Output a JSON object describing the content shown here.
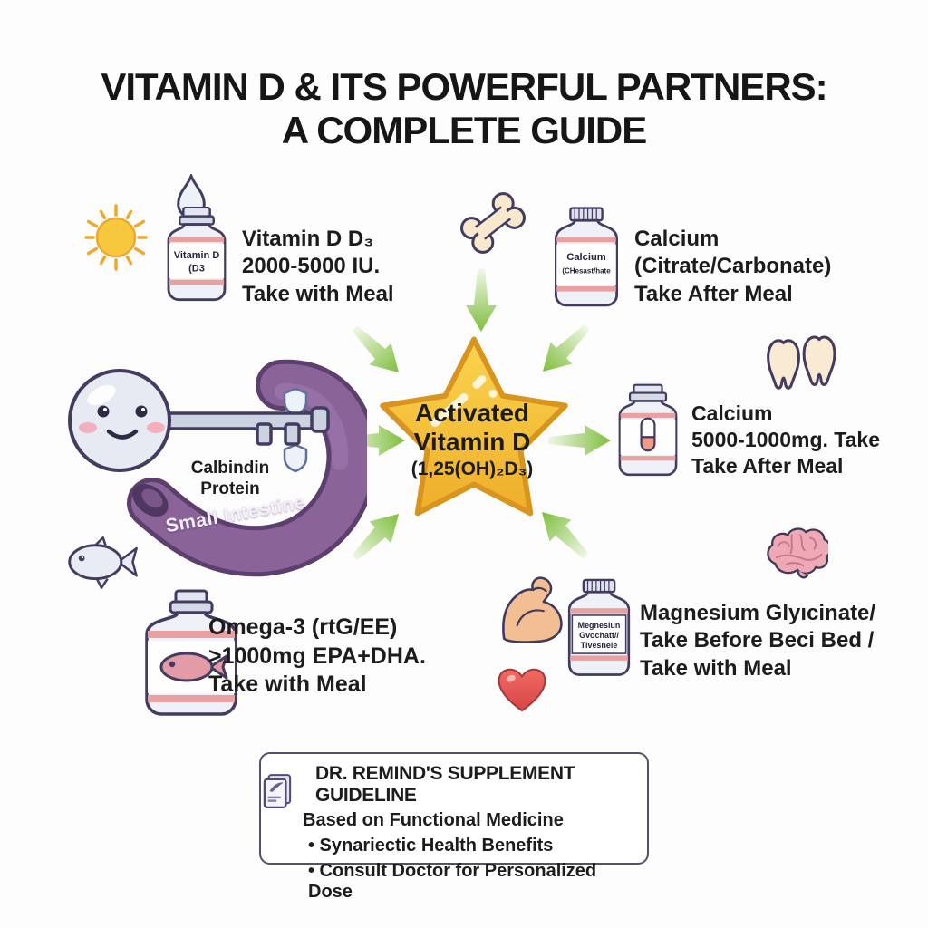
{
  "title": {
    "line1": "VITAMIN D & ITS POWERFUL PARTNERS:",
    "line2": "A COMPLETE GUIDE"
  },
  "supplements": {
    "vitamin_d": {
      "bottle_label": [
        "Vitamin D",
        "(D3"
      ],
      "info": [
        "Vitamin D D₃",
        "2000-5000 IU.",
        "Take with Meal"
      ]
    },
    "calcium_citrate": {
      "bottle_label": [
        "Calcium",
        "(CHesast/hate"
      ],
      "info": [
        "Calcium",
        "(Citrate/Carbonate)",
        "Take After Meal"
      ]
    },
    "calcium_dose": {
      "info": [
        "Calcium",
        "5000-1000mg. Take",
        "Take After Meal"
      ]
    },
    "omega3": {
      "info": [
        "Omega-3 (rtG/EE)",
        ">1000mg EPA+DHA.",
        "Take with Meal"
      ]
    },
    "magnesium": {
      "bottle_label": [
        "Megnesiun",
        "Gvochatt//",
        "Tivesnele"
      ],
      "info": [
        "Magnesium Glyıcinate/",
        "Take Before Beci Bed /",
        "Take with Meal"
      ]
    }
  },
  "star": {
    "lines": [
      "Activated",
      "Vitamin D",
      "(1,25(OH)₂D₃)"
    ]
  },
  "absorption": {
    "calbindin_line1": "Calbindin",
    "calbindin_line2": "Protein",
    "intestine_label": "Small Intestine"
  },
  "guideline": {
    "heading": "DR. REMIND'S SUPPLEMENT GUIDELINE",
    "line1": "Based on Functional Medicine",
    "bullets": [
      "• Synariectic Health Benefits",
      "• Consult Doctor for Personalized Dose"
    ]
  },
  "icons": {
    "sun": "sun-icon",
    "droplet": "droplet-icon",
    "bone": "bone-icon",
    "teeth": "teeth-icon",
    "brain": "brain-icon",
    "heart": "heart-icon",
    "bicep": "bicep-icon",
    "fish": "fish-icon",
    "key": "smiling-key-icon",
    "shield": "shield-icon",
    "book": "guideline-book-icon",
    "capsule": "capsule-icon",
    "arrow": "green-arrow-icon",
    "star": "activated-vitamin-d-star"
  },
  "colors": {
    "accent_green": "#7FBE3E",
    "star_yellow": "#F7C83E",
    "star_border": "#D9941F",
    "outline_purple": "#433C60",
    "intestine_purple": "#8A6399",
    "stripe_pink": "#E8A0A0",
    "heart_red": "#E25050",
    "brain_pink": "#EFA9B4",
    "skin_tone": "#F3BE93",
    "sun_yellow": "#F7C83E",
    "text_dark": "#1C1C1C"
  }
}
